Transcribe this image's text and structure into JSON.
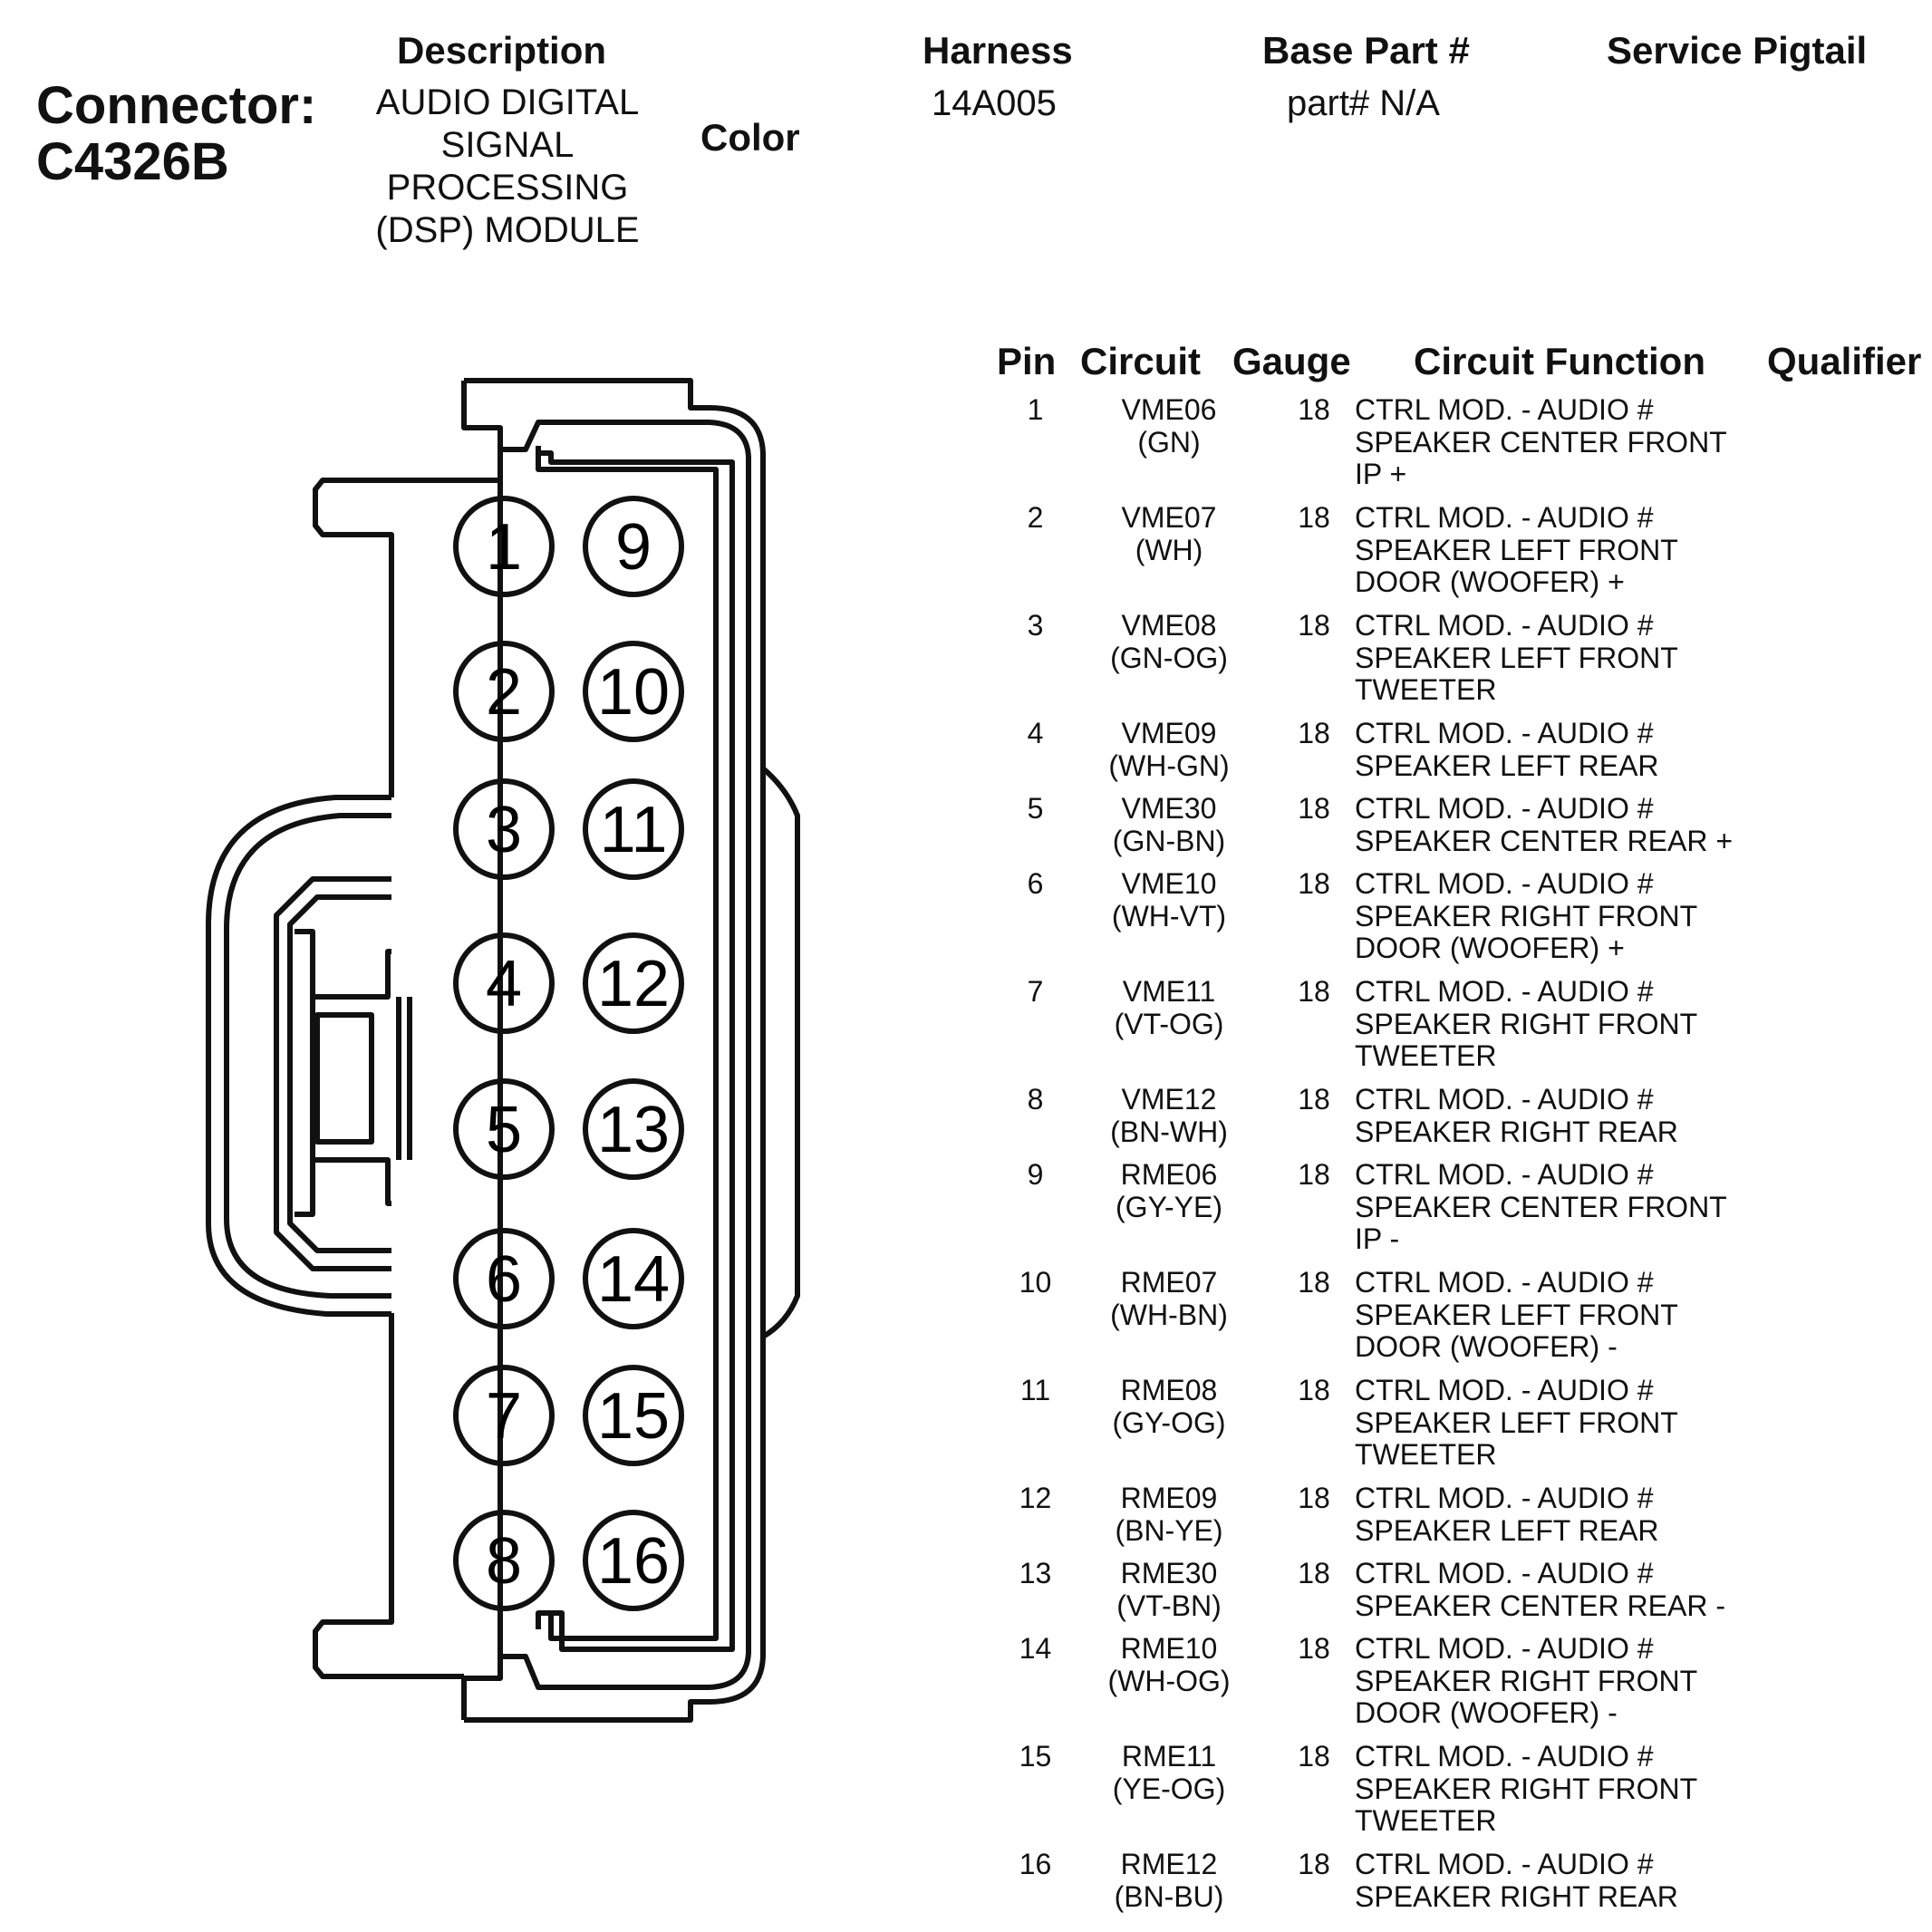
{
  "header": {
    "connector_label_line1": "Connector:",
    "connector_label_line2": "C4326B",
    "description_header": "Description",
    "description_lines": [
      "AUDIO DIGITAL",
      "SIGNAL",
      "PROCESSING",
      "(DSP) MODULE"
    ],
    "color_header": "Color",
    "harness_header": "Harness",
    "harness_value": "14A005",
    "base_part_header": "Base Part #",
    "base_part_value": "part# N/A",
    "service_pigtail_header": "Service Pigtail"
  },
  "table": {
    "columns": [
      "Pin",
      "Circuit",
      "Gauge",
      "Circuit Function",
      "Qualifier"
    ],
    "rows": [
      {
        "pin": "1",
        "circuit": "VME06",
        "color": "(GN)",
        "gauge": "18",
        "function": [
          "CTRL MOD. - AUDIO #",
          "SPEAKER CENTER FRONT",
          "IP +"
        ]
      },
      {
        "pin": "2",
        "circuit": "VME07",
        "color": "(WH)",
        "gauge": "18",
        "function": [
          "CTRL MOD. - AUDIO #",
          "SPEAKER LEFT FRONT",
          "DOOR (WOOFER) +"
        ]
      },
      {
        "pin": "3",
        "circuit": "VME08",
        "color": "(GN-OG)",
        "gauge": "18",
        "function": [
          "CTRL MOD. - AUDIO #",
          "SPEAKER LEFT FRONT",
          "TWEETER"
        ]
      },
      {
        "pin": "4",
        "circuit": "VME09",
        "color": "(WH-GN)",
        "gauge": "18",
        "function": [
          "CTRL MOD. - AUDIO #",
          "SPEAKER LEFT REAR"
        ]
      },
      {
        "pin": "5",
        "circuit": "VME30",
        "color": "(GN-BN)",
        "gauge": "18",
        "function": [
          "CTRL MOD. - AUDIO #",
          "SPEAKER CENTER REAR +"
        ]
      },
      {
        "pin": "6",
        "circuit": "VME10",
        "color": "(WH-VT)",
        "gauge": "18",
        "function": [
          "CTRL MOD. - AUDIO #",
          "SPEAKER RIGHT FRONT",
          "DOOR (WOOFER) +"
        ]
      },
      {
        "pin": "7",
        "circuit": "VME11",
        "color": "(VT-OG)",
        "gauge": "18",
        "function": [
          "CTRL MOD. - AUDIO #",
          "SPEAKER RIGHT FRONT",
          "TWEETER"
        ]
      },
      {
        "pin": "8",
        "circuit": "VME12",
        "color": "(BN-WH)",
        "gauge": "18",
        "function": [
          "CTRL MOD. - AUDIO #",
          "SPEAKER RIGHT REAR"
        ]
      },
      {
        "pin": "9",
        "circuit": "RME06",
        "color": "(GY-YE)",
        "gauge": "18",
        "function": [
          "CTRL MOD. - AUDIO #",
          "SPEAKER CENTER FRONT",
          "IP -"
        ]
      },
      {
        "pin": "10",
        "circuit": "RME07",
        "color": "(WH-BN)",
        "gauge": "18",
        "function": [
          "CTRL MOD. - AUDIO #",
          "SPEAKER LEFT FRONT",
          "DOOR (WOOFER) -"
        ]
      },
      {
        "pin": "11",
        "circuit": "RME08",
        "color": "(GY-OG)",
        "gauge": "18",
        "function": [
          "CTRL MOD. - AUDIO #",
          "SPEAKER LEFT FRONT",
          "TWEETER"
        ]
      },
      {
        "pin": "12",
        "circuit": "RME09",
        "color": "(BN-YE)",
        "gauge": "18",
        "function": [
          "CTRL MOD. - AUDIO #",
          "SPEAKER LEFT REAR"
        ]
      },
      {
        "pin": "13",
        "circuit": "RME30",
        "color": "(VT-BN)",
        "gauge": "18",
        "function": [
          "CTRL MOD. - AUDIO #",
          "SPEAKER CENTER REAR -"
        ]
      },
      {
        "pin": "14",
        "circuit": "RME10",
        "color": "(WH-OG)",
        "gauge": "18",
        "function": [
          "CTRL MOD. - AUDIO #",
          "SPEAKER RIGHT FRONT",
          "DOOR (WOOFER) -"
        ]
      },
      {
        "pin": "15",
        "circuit": "RME11",
        "color": "(YE-OG)",
        "gauge": "18",
        "function": [
          "CTRL MOD. - AUDIO #",
          "SPEAKER RIGHT FRONT",
          "TWEETER"
        ]
      },
      {
        "pin": "16",
        "circuit": "RME12",
        "color": "(BN-BU)",
        "gauge": "18",
        "function": [
          "CTRL MOD. - AUDIO #",
          "SPEAKER RIGHT REAR"
        ]
      }
    ]
  },
  "diagram": {
    "left_column_pins": [
      "1",
      "2",
      "3",
      "4",
      "5",
      "6",
      "7",
      "8"
    ],
    "right_column_pins": [
      "9",
      "10",
      "11",
      "12",
      "13",
      "14",
      "15",
      "16"
    ]
  }
}
